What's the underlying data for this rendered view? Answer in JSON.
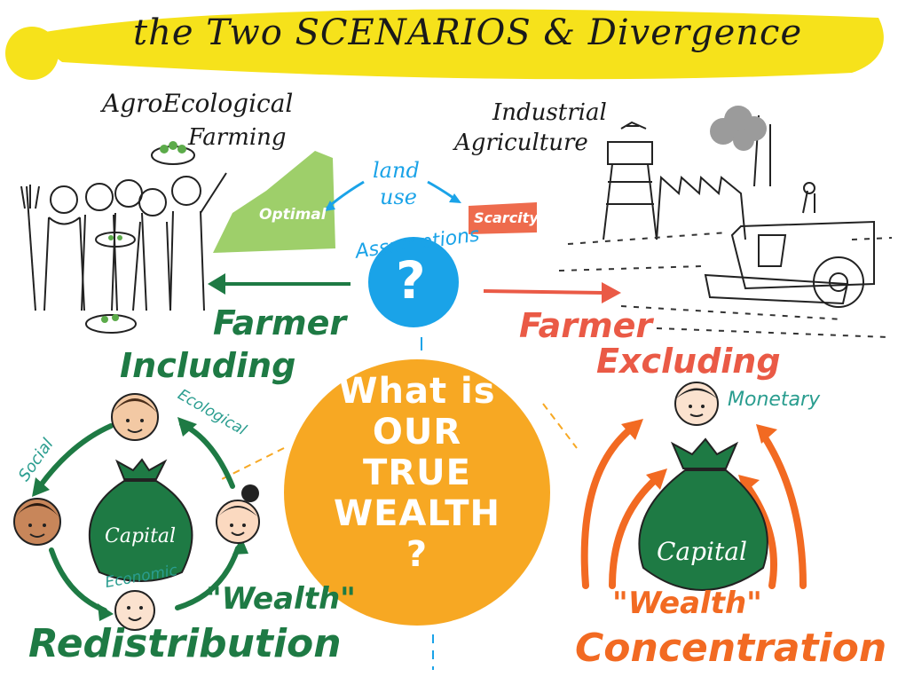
{
  "title": "the Two SCENARIOS & Divergence",
  "left": {
    "heading": [
      "AgroEcological",
      "Farming"
    ],
    "land_label": "Optimal",
    "arrow_label_1": "Farmer",
    "arrow_label_2": "Including",
    "cycle_labels": {
      "social": "Social",
      "ecological": "Ecological",
      "economic": "Economic"
    },
    "bag_label": "Capital",
    "wealth": "\"Wealth\"",
    "bottom": "Redistribution"
  },
  "right": {
    "heading": [
      "Industrial",
      "Agriculture"
    ],
    "land_label": "Scarcity",
    "arrow_label_1": "Farmer",
    "arrow_label_2": "Excluding",
    "monetary": "Monetary",
    "bag_label": "Capital",
    "wealth": "\"Wealth\"",
    "bottom": "Concentration"
  },
  "center": {
    "land_use": [
      "land",
      "use"
    ],
    "assumptions": "Assumptions",
    "question_mark": "?",
    "question": [
      "What is",
      "OUR",
      "TRUE",
      "WEALTH",
      "?"
    ]
  },
  "colors": {
    "banner": "#f6e21b",
    "green": "#1e7a44",
    "red": "#ea5a46",
    "orange": "#f26a22",
    "blue": "#1aa3e8",
    "gold": "#f7a823",
    "teal": "#2a9d8f",
    "land_green": "#9ecf6a",
    "scarcity": "#ee6b4d"
  }
}
